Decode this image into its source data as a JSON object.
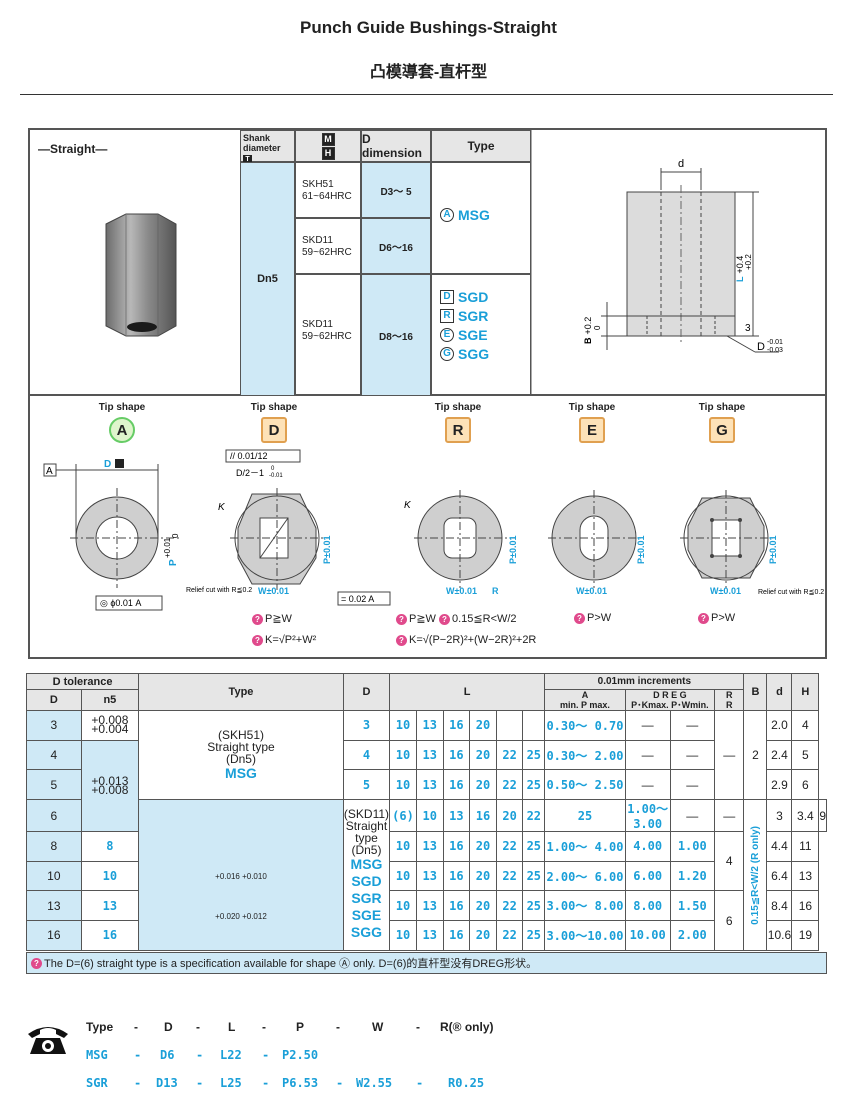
{
  "header": {
    "title_en": "Punch Guide Bushings-Straight",
    "title_cn": "凸模導套-直杆型"
  },
  "spec": {
    "straight_label": "—Straight—",
    "col_shank": "Shank diameter",
    "col_shank_tol": "tolerance",
    "col_mh_m": "M",
    "col_mh_h": "H",
    "col_d_dimension": "D dimension",
    "col_type": "Type",
    "shank_value": "Dn5",
    "rows": [
      {
        "material": "SKH51",
        "hardness": "61~64HRC",
        "d_range": "D3～ 5"
      },
      {
        "material": "SKD11",
        "hardness": "59~62HRC",
        "d_range": "D6～16"
      },
      {
        "material": "SKD11",
        "hardness": "59~62HRC",
        "d_range": "D8～16"
      }
    ],
    "types_group1": [
      {
        "badge": "A",
        "name": "MSG"
      }
    ],
    "types_group2": [
      {
        "badge": "D",
        "name": "SGD"
      },
      {
        "badge": "R",
        "name": "SGR"
      },
      {
        "badge": "E",
        "name": "SGE"
      },
      {
        "badge": "G",
        "name": "SGG"
      }
    ],
    "drawing": {
      "d": "d",
      "l_tol_top": "+0.4",
      "l_tol_bot": "+0.2",
      "l": "L",
      "b_tol_top": "+0.2",
      "b_tol_bot": "0",
      "b": "B",
      "three": "3",
      "d_big": "D",
      "d_tol_top": "-0.01",
      "d_tol_bot": "-0.03"
    }
  },
  "tips": {
    "title": "Tip shape",
    "shapes": [
      {
        "badge": "A"
      },
      {
        "badge": "D"
      },
      {
        "badge": "R"
      },
      {
        "badge": "E"
      },
      {
        "badge": "G"
      }
    ],
    "labels": {
      "a_ref": "A",
      "d_t": "D",
      "concentric": "◎ ϕ0.01 A",
      "parallel": "// 0.01/12",
      "half": "D/2－1",
      "half_tol_top": "0",
      "half_tol_bot": "-0.01",
      "k": "K",
      "p_tol": "P±0.01",
      "p_tol_a_top": "+0.01",
      "p_tol_a_bot": "0",
      "w_tol": "W±0.01",
      "relief": "Relief cut with R≦0.2",
      "flat": "= 0.02 A",
      "r": "R"
    },
    "formulas": {
      "d1": "P≧W",
      "d2": "K=√P²+W²",
      "r1": "P≧W",
      "r1b": "0.15≦R<W/2",
      "r2": "K=√(P−2R)²+(W−2R)²+2R",
      "e1": "P>W",
      "g1": "P>W"
    }
  },
  "table": {
    "headers": {
      "d_tolerance": "D tolerance",
      "d": "D",
      "n5": "n5",
      "type": "Type",
      "d_col": "D",
      "l": "L",
      "increments": "0.01mm increments",
      "a_badge": "A",
      "a_sub": "min. P max.",
      "dreg": "D R E G",
      "p_kmax": "P･Kmax.",
      "p_wmin": "P･Wmin.",
      "r_badge": "R",
      "r_sub": "R",
      "b": "B",
      "d_small": "d",
      "h": "H"
    },
    "type_skh51": "(SKH51)",
    "type_skh51_desc": "Straight type",
    "type_skh51_dn5": "(Dn5)",
    "type_skh51_name": "MSG",
    "type_skd11": "(SKD11)",
    "type_skd11_desc": "Straight type",
    "type_skd11_dn5": "(Dn5)",
    "type_skd11_names": [
      "MSG",
      "SGD",
      "SGR",
      "SGE",
      "SGG"
    ],
    "r_range_text": "0.15≦R<W/2 (R only)",
    "rows": [
      {
        "d": "3",
        "tol": "+0.008 +0.004",
        "dval": "3",
        "L": [
          "10",
          "13",
          "16",
          "20",
          "",
          ""
        ],
        "pa": "0.30～ 0.70",
        "pk": "—",
        "pw": "—",
        "d_small": "2.0",
        "h": "4"
      },
      {
        "d": "4",
        "tol": "",
        "dval": "4",
        "L": [
          "10",
          "13",
          "16",
          "20",
          "22",
          "25"
        ],
        "pa": "0.30～ 2.00",
        "pk": "—",
        "pw": "—",
        "d_small": "2.4",
        "h": "5"
      },
      {
        "d": "5",
        "tol": "+0.013 +0.008",
        "dval": "5",
        "L": [
          "10",
          "13",
          "16",
          "20",
          "22",
          "25"
        ],
        "pa": "0.50～ 2.50",
        "pk": "—",
        "pw": "—",
        "d_small": "2.9",
        "h": "6"
      },
      {
        "d": "6",
        "tol": "",
        "dval": "(6)",
        "L": [
          "10",
          "13",
          "16",
          "20",
          "22",
          "25"
        ],
        "pa": "1.00～ 3.00",
        "pk": "—",
        "pw": "—",
        "d_small": "3.4",
        "h": "9"
      },
      {
        "d": "8",
        "tol": "+0.016 +0.010",
        "dval": "8",
        "L": [
          "10",
          "13",
          "16",
          "20",
          "22",
          "25"
        ],
        "pa": "1.00～ 4.00",
        "pk": "4.00",
        "pw": "1.00",
        "d_small": "4.4",
        "h": "11"
      },
      {
        "d": "10",
        "tol": "",
        "dval": "10",
        "L": [
          "10",
          "13",
          "16",
          "20",
          "22",
          "25"
        ],
        "pa": "2.00～ 6.00",
        "pk": "6.00",
        "pw": "1.20",
        "d_small": "6.4",
        "h": "13"
      },
      {
        "d": "13",
        "tol": "+0.020 +0.012",
        "dval": "13",
        "L": [
          "10",
          "13",
          "16",
          "20",
          "22",
          "25"
        ],
        "pa": "3.00～ 8.00",
        "pk": "8.00",
        "pw": "1.50",
        "d_small": "8.4",
        "h": "16"
      },
      {
        "d": "16",
        "tol": "",
        "dval": "16",
        "L": [
          "10",
          "13",
          "16",
          "20",
          "22",
          "25"
        ],
        "pa": "3.00～10.00",
        "pk": "10.00",
        "pw": "2.00",
        "d_small": "10.6",
        "h": "19"
      }
    ],
    "r_dash": "—",
    "b_values": [
      "2",
      "3",
      "4",
      "6"
    ],
    "note": "The D=(6) straight type is a specification available for shape Ⓐ only.  D=(6)的直杆型没有DREG形状。"
  },
  "order": {
    "head": [
      "Type",
      "-",
      "D",
      "-",
      "L",
      "-",
      "P",
      "-",
      "W",
      "-",
      "R(® only)"
    ],
    "ex1": [
      "MSG",
      "-",
      "D6",
      "-",
      "L22",
      "-",
      "P2.50"
    ],
    "ex2": [
      "SGR",
      "-",
      "D13",
      "-",
      "L25",
      "-",
      "P6.53",
      "-",
      "W2.55",
      "-",
      "R0.25"
    ]
  }
}
